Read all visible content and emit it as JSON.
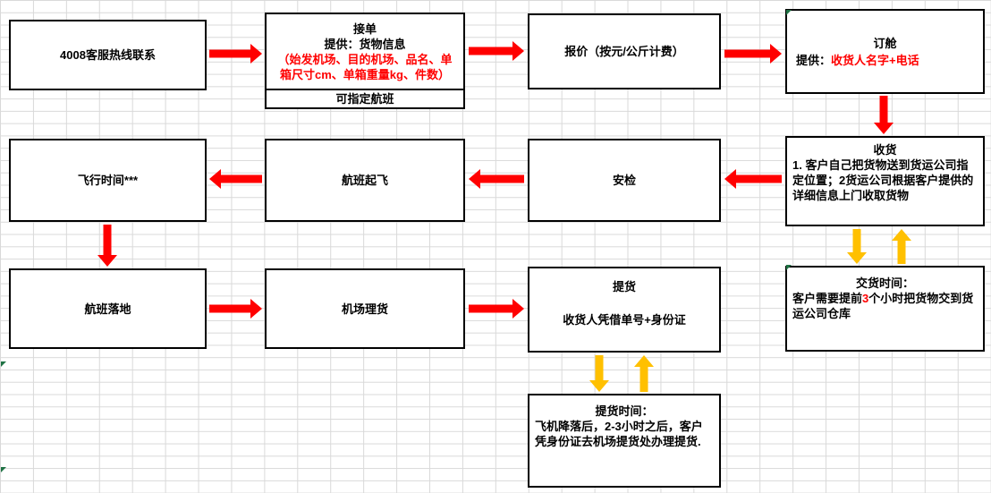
{
  "colors": {
    "arrow_red": "#FF0000",
    "arrow_yellow": "#FFC000",
    "highlight_red": "#FF0000",
    "box_border": "#000000",
    "grid_line": "#D9D9D9",
    "cell_flag_green": "#1F7244"
  },
  "boxes": {
    "hotline": {
      "title": "4008客服热线联系"
    },
    "order": {
      "title": "接单",
      "provide": "提供：货物信息",
      "detail": "（始发机场、目的机场、品名、单箱尺寸cm、单箱重量kg、件数）",
      "footer": "可指定航班"
    },
    "quote": {
      "title": "报价（按元/公斤计费）"
    },
    "booking": {
      "title": "订舱",
      "provide_label": "提供：",
      "provide_value": "收货人名字+电话"
    },
    "flight_time": {
      "title": "飞行时间***"
    },
    "takeoff": {
      "title": "航班起飞"
    },
    "security": {
      "title": "安检"
    },
    "receive": {
      "title": "收货",
      "body": "1. 客户自己把货物送到货运公司指定位置；2货运公司根据客户提供的详细信息上门收取货物"
    },
    "landing": {
      "title": "航班落地"
    },
    "tally": {
      "title": "机场理货"
    },
    "pickup": {
      "title": "提货",
      "subtitle": "收货人凭借单号+身份证"
    },
    "delivery_time": {
      "title": "交货时间：",
      "body_pre": "客户需要提前",
      "body_red": "3",
      "body_post": "个小时把货物交到货运公司仓库"
    },
    "pickup_time": {
      "title": "提货时间：",
      "body": "飞机降落后，2-3小时之后，客户凭身份证去机场提货处办理提货."
    }
  }
}
